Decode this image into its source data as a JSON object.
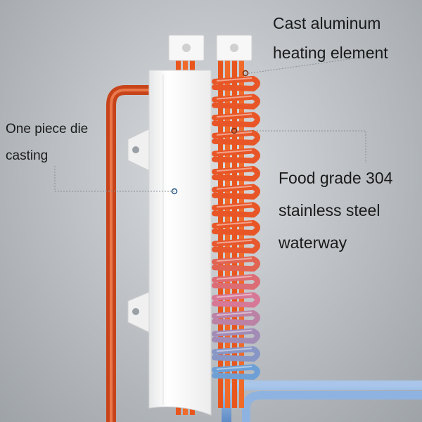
{
  "labels": {
    "aluminum_line1": "Cast aluminum",
    "aluminum_line2": "heating element",
    "die_line1": "One piece die",
    "die_line2": "casting",
    "steel_line1": "Food grade 304",
    "steel_line2": "stainless steel",
    "steel_line3": "waterway"
  },
  "colors": {
    "background": "#b9bdc1",
    "casing": "#f4f4f4",
    "heating_tube": "#e8501a",
    "cold_tube": "#7ea6d8",
    "leader_line": "#8a9096"
  }
}
